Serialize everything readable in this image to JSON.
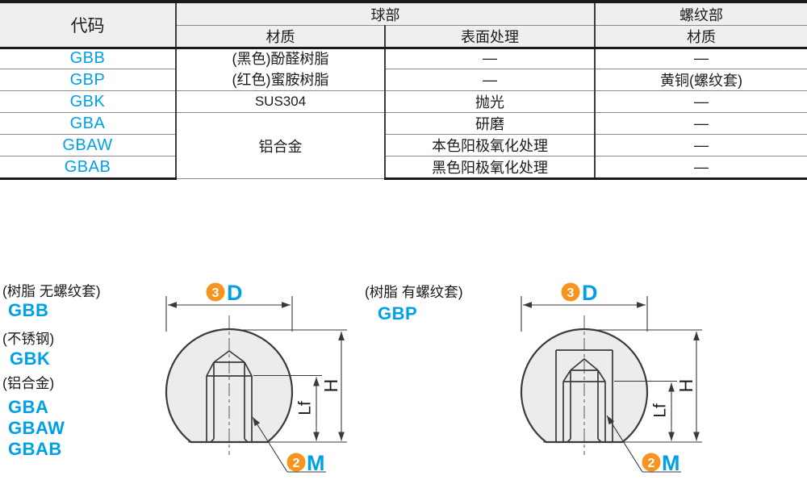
{
  "colors": {
    "code_blue": "#00a0e9",
    "badge_orange": "#f7941d",
    "line_dark": "#3a3a3a",
    "header_bg": "#efefed",
    "ball_fill": "#ececec"
  },
  "table": {
    "headers": {
      "code": "代码",
      "ball_group": "球部",
      "thread_group": "螺纹部",
      "ball_material": "材质",
      "ball_surface": "表面处理",
      "thread_material": "材质"
    },
    "rows": [
      {
        "code": "GBB",
        "material": "(黑色)酚醛树脂",
        "surface": "—",
        "thread_material": "—"
      },
      {
        "code": "GBP",
        "material": "(红色)蜜胺树脂",
        "surface": "—",
        "thread_material": "黄铜(螺纹套)"
      },
      {
        "code": "GBK",
        "material": "SUS304",
        "surface": "抛光",
        "thread_material": "—"
      },
      {
        "code": "GBA",
        "material": "铝合金",
        "surface": "研磨",
        "thread_material": "—"
      },
      {
        "code": "GBAW",
        "material": "铝合金",
        "surface": "本色阳极氧化处理",
        "thread_material": "—"
      },
      {
        "code": "GBAB",
        "material": "铝合金",
        "surface": "黑色阳极氧化处理",
        "thread_material": "—"
      }
    ]
  },
  "variants": {
    "left": {
      "resin_note": "(树脂 无螺纹套)",
      "resin_code": "GBB",
      "steel_note": "(不锈钢)",
      "steel_code": "GBK",
      "alu_note": "(铝合金)",
      "alu_codes": [
        "GBA",
        "GBAW",
        "GBAB"
      ]
    },
    "right": {
      "resin_note": "(树脂 有螺纹套)",
      "resin_code": "GBP"
    }
  },
  "dims": {
    "diameter_num": "3",
    "diameter": "D",
    "thread_num": "2",
    "thread": "M",
    "height": "H",
    "thread_depth": "Lf"
  }
}
